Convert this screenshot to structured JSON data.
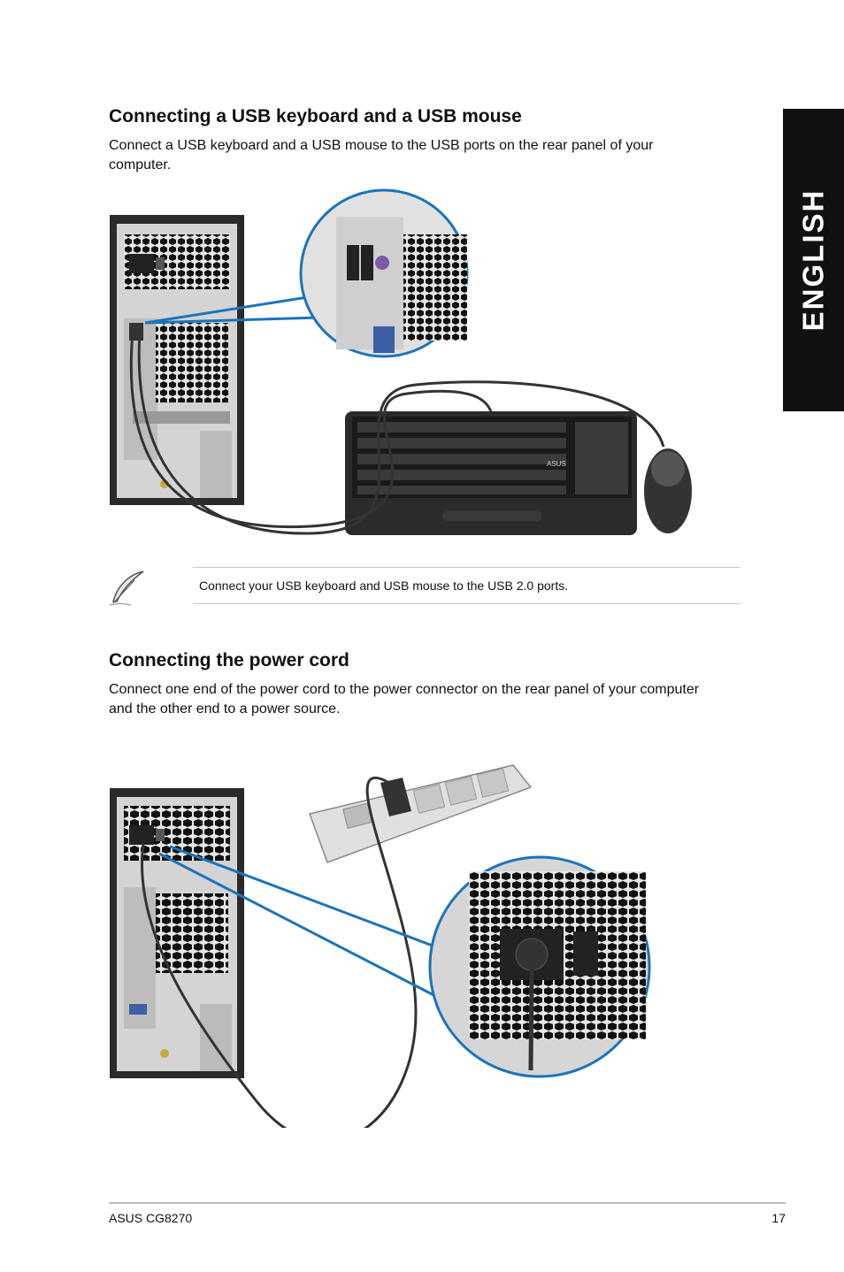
{
  "side_tab": {
    "label": "ENGLISH"
  },
  "sections": [
    {
      "heading": "Connecting a USB keyboard and a USB mouse",
      "body": "Connect a USB keyboard and a USB mouse to the USB ports on the rear panel of your computer."
    },
    {
      "heading": "Connecting the power cord",
      "body": "Connect one end of the power cord to the power connector on the rear panel of your computer and the other end to a power source."
    }
  ],
  "note": {
    "icon": "feather-pen-icon",
    "text": "Connect your USB keyboard and USB mouse to the USB 2.0 ports."
  },
  "keyboard": {
    "brand": "ASUS"
  },
  "footer": {
    "model": "ASUS CG8270",
    "page": "17"
  },
  "colors": {
    "accent_blue": "#1b74bb",
    "tab_black": "#111111"
  }
}
